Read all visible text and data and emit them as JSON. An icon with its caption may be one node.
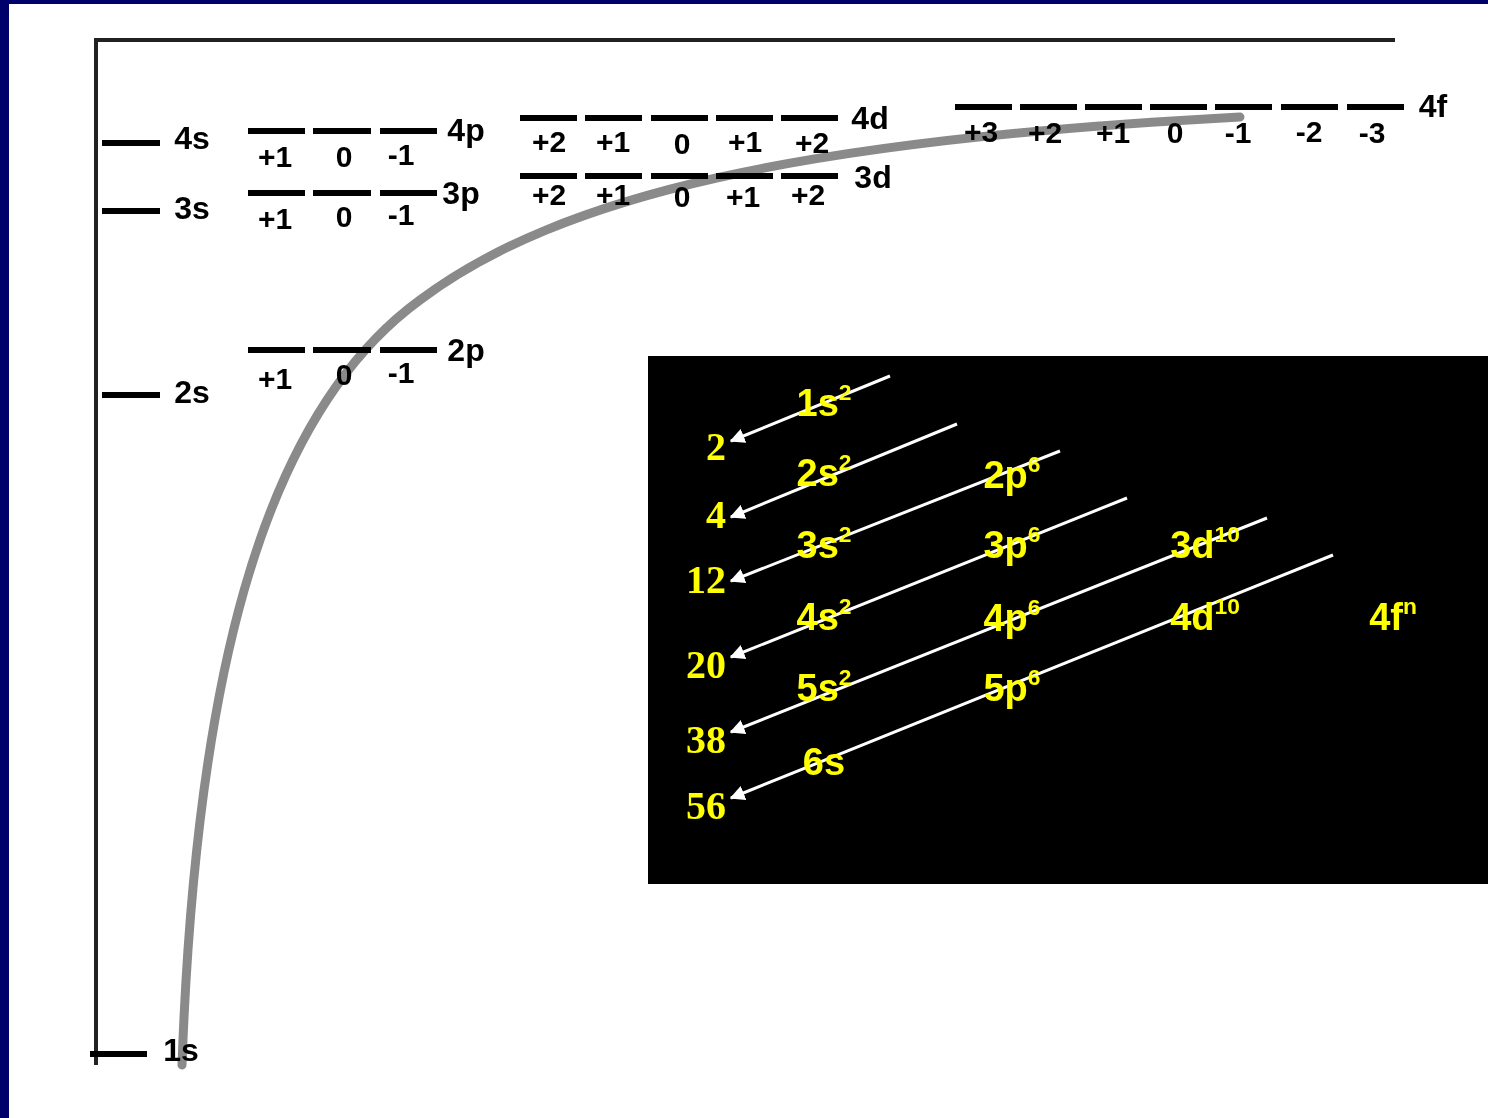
{
  "diagram": {
    "nodes": [
      {
        "text": [],
        "shape": "box"
      },
      {
        "text": [
          "2"
        ],
        "in": 0
      },
      {
        "text": [
          "4"
        ],
        "in": 0
      },
      {
        "text": [
          "12"
        ],
        "in": 0
      },
      {
        "text": [
          "20"
        ],
        "in": 0
      },
      {
        "text": [
          "38"
        ],
        "in": 0
      },
      {
        "text": [
          "56"
        ],
        "in": 0
      }
    ],
    "edges": [
      {
        "from": null,
        "to": 1,
        "arrow": "to"
      },
      {
        "from": null,
        "to": 2,
        "arrow": "to"
      },
      {
        "from": null,
        "to": 3,
        "arrow": "to"
      },
      {
        "from": null,
        "to": 4,
        "arrow": "to"
      },
      {
        "from": null,
        "to": 5,
        "arrow": "to"
      },
      {
        "from": null,
        "to": 6,
        "arrow": "to"
      }
    ],
    "labels": [
      "4s",
      "+1",
      "0",
      "-1",
      "4p",
      "+2",
      "+1",
      "0",
      "+1",
      "+2",
      "4d",
      "+3",
      "+2",
      "+1",
      "0",
      "-1",
      "-2",
      "-3",
      "4f",
      "3s",
      "+1",
      "0",
      "-1",
      "3p",
      "+2",
      "+1",
      "0",
      "+1",
      "+2",
      "3d",
      "2p",
      "+1",
      "0",
      "-1",
      "2s",
      "1s",
      "1s$^{2}$",
      "2s$^{2}$",
      "2p$^{6}$",
      "3s$^{2}$",
      "3p$^{6}$",
      "3d$^{10}$",
      "4s$^{2}$",
      "4p$^{6}$",
      "4d$^{10}$",
      "4f$^{n}$",
      "5s$^{2}$",
      "5p$^{6}$",
      "6s"
    ]
  }
}
